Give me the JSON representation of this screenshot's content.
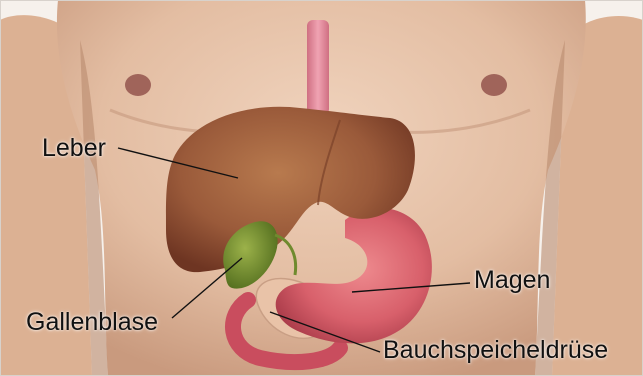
{
  "labels": {
    "liver": "Leber",
    "gallbladder": "Gallenblase",
    "stomach": "Magen",
    "pancreas": "Bauchspeicheldrüse"
  },
  "colors": {
    "skin": "#e3bda2",
    "skin_shadow": "#c99a7e",
    "liver": "#9a5a3a",
    "gallbladder": "#6f8a2e",
    "stomach": "#d8606b",
    "esophagus": "#e58a9a",
    "pancreas": "#e9c3a8",
    "leader_line": "#111111"
  }
}
